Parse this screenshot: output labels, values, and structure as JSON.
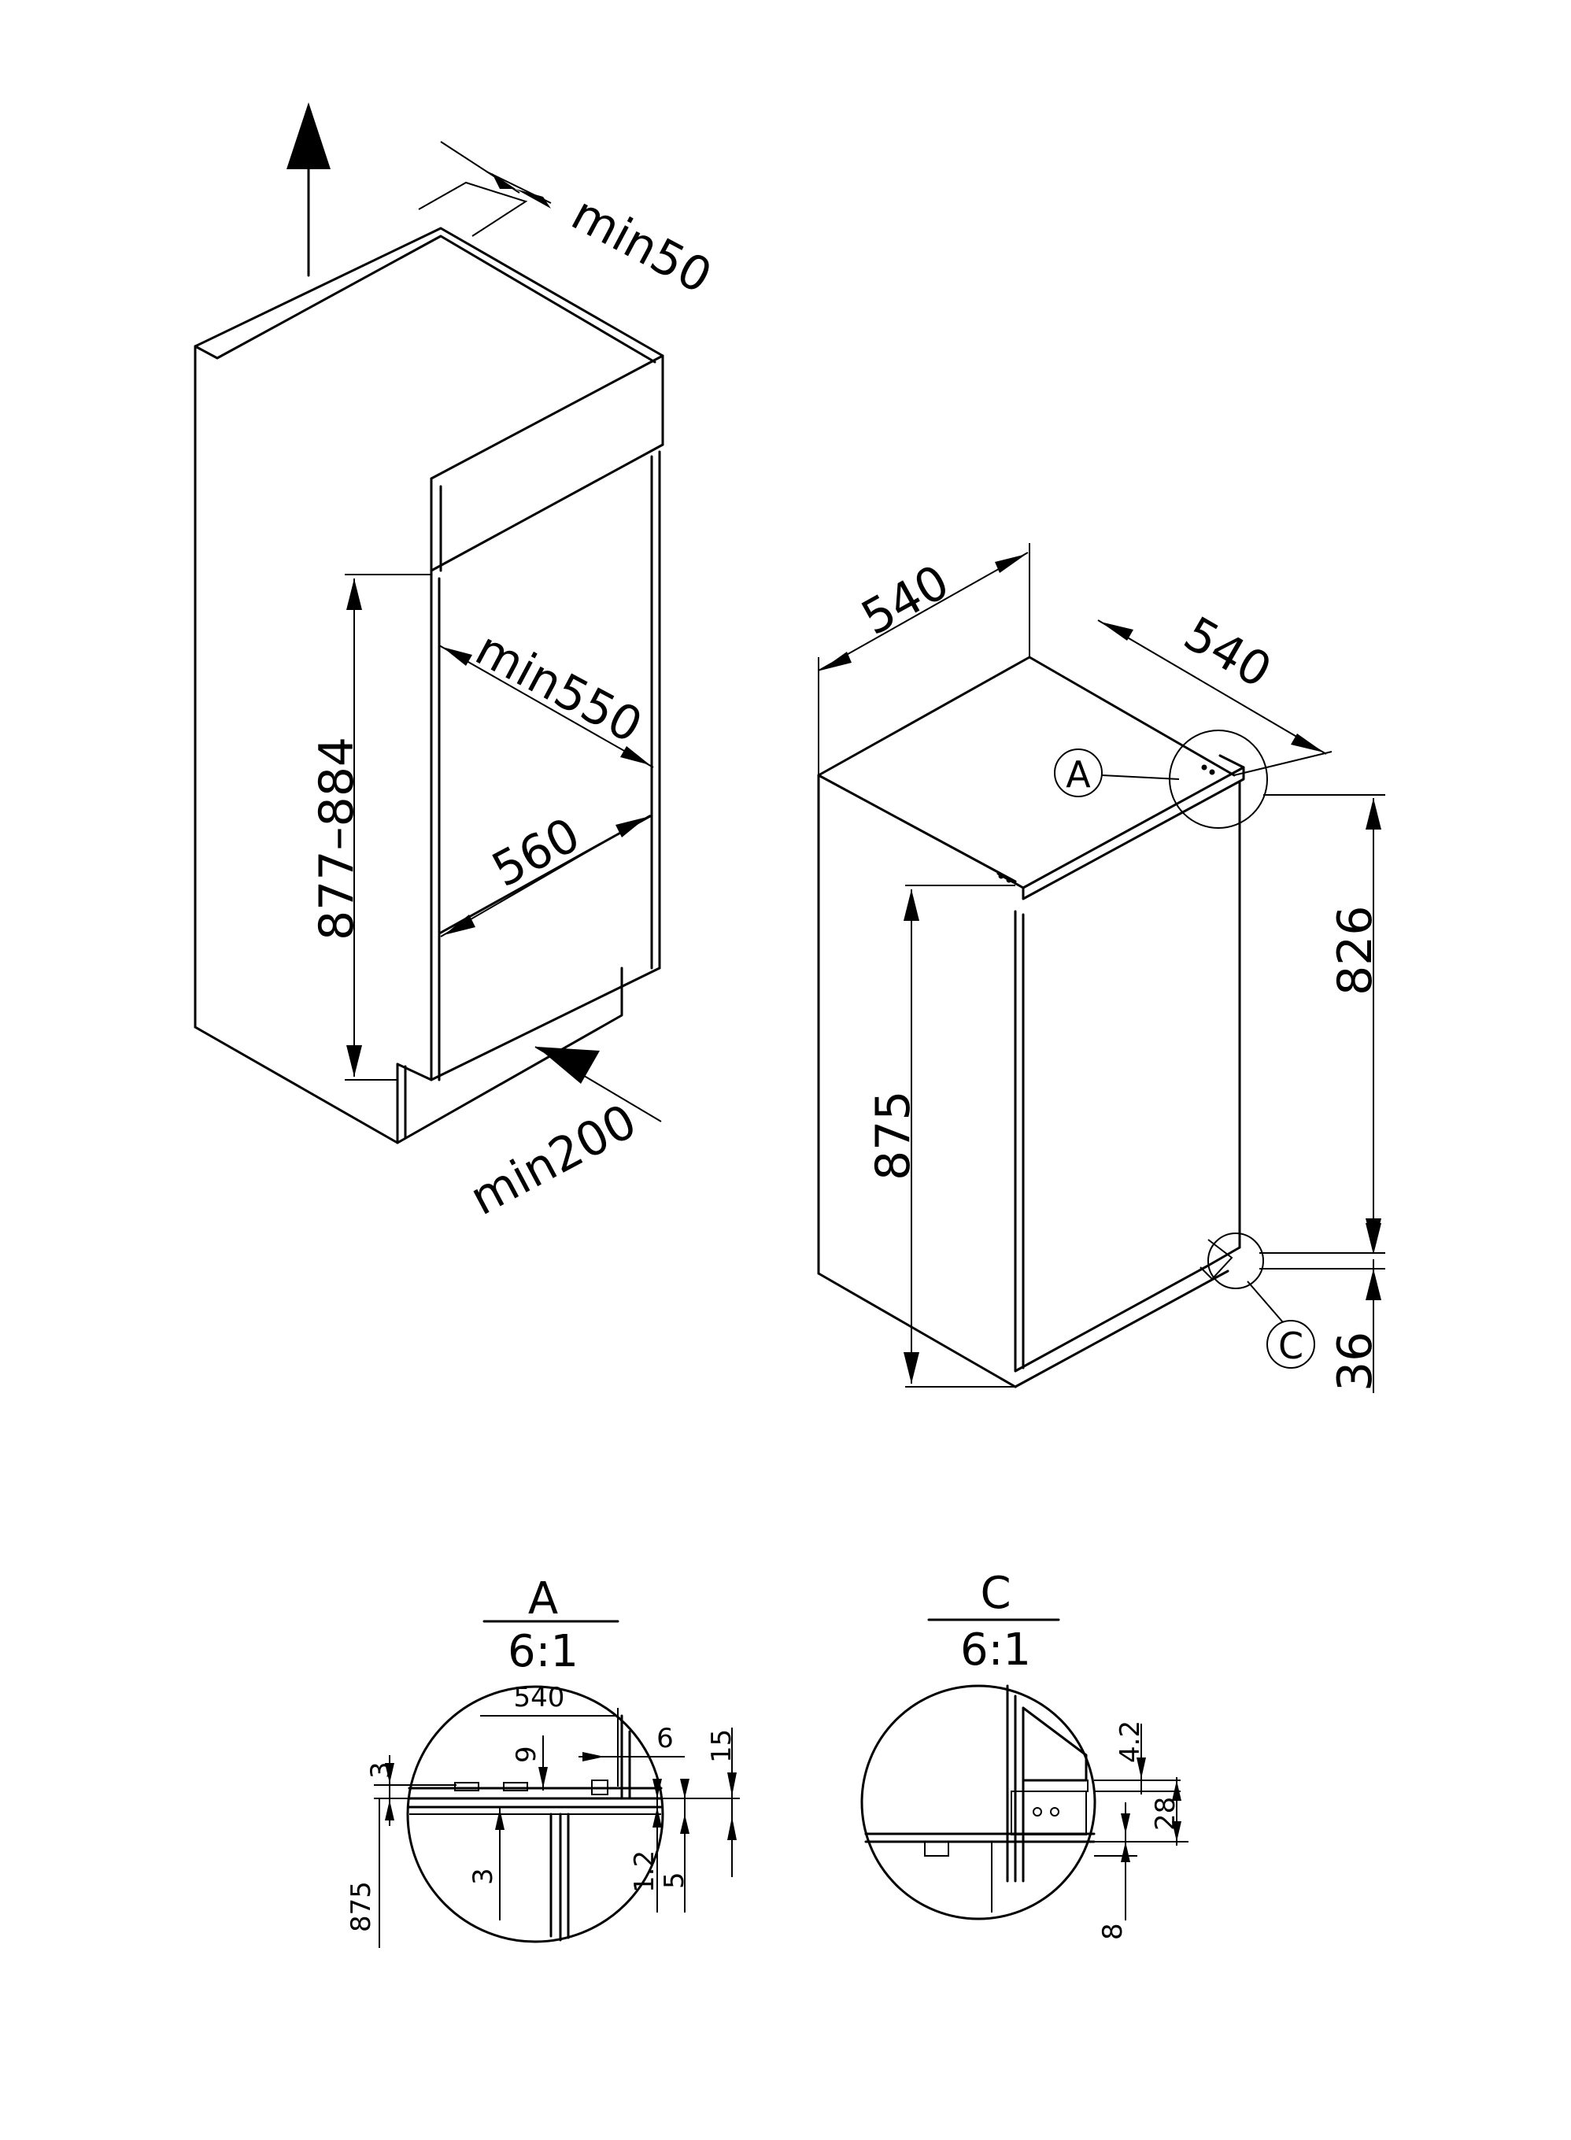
{
  "installation_view": {
    "top_clearance": "min50",
    "depth_clearance": "min550",
    "width": "560",
    "niche_height": "877–884",
    "bottom_clearance": "min200"
  },
  "appliance_view": {
    "depth": "540",
    "width": "540",
    "door_height": "826",
    "height": "875",
    "plinth": "36",
    "callout_a": "A",
    "callout_c": "C"
  },
  "detail_a": {
    "label": "A",
    "scale": "6:1",
    "dim_540": "540",
    "dim_6": "6",
    "dim_15": "15",
    "dim_9": "9",
    "dim_3_top": "3",
    "dim_3_bottom": "3",
    "dim_875": "875",
    "dim_1_2": "1.2",
    "dim_5": "5"
  },
  "detail_c": {
    "label": "C",
    "scale": "6:1",
    "dim_4_2": "4.2",
    "dim_28": "28",
    "dim_8": "8"
  }
}
